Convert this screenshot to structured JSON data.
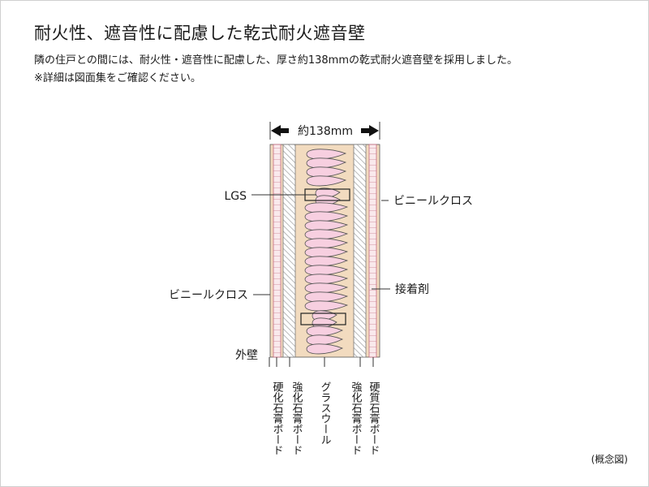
{
  "title": "耐火性、遮音性に配慮した乾式耐火遮音壁",
  "description": [
    "隣の住戸との間には、耐火性・遮音性に配慮した、厚さ約138mmの乾式耐火遮音壁を採用しました。",
    "※詳細は図面集をご確認ください。"
  ],
  "diagram": {
    "dimension_label": "約138mm",
    "labels": {
      "lgs": "LGS",
      "vinyl_cloth_left": "ビニールクロス",
      "vinyl_cloth_right": "ビニールクロス",
      "adhesive": "接着剤",
      "exterior_wall": "外壁"
    },
    "layers": [
      "硬化石膏ボード",
      "強化石膏ボード",
      "グラスウール",
      "強化石膏ボード",
      "硬質石膏ボード"
    ]
  },
  "note": "(概念図)",
  "colors": {
    "wall_fill": "#f2dbbf",
    "insulation": "#f7cfe0",
    "board_stripe": "#b9b9b9",
    "line": "#333333"
  }
}
